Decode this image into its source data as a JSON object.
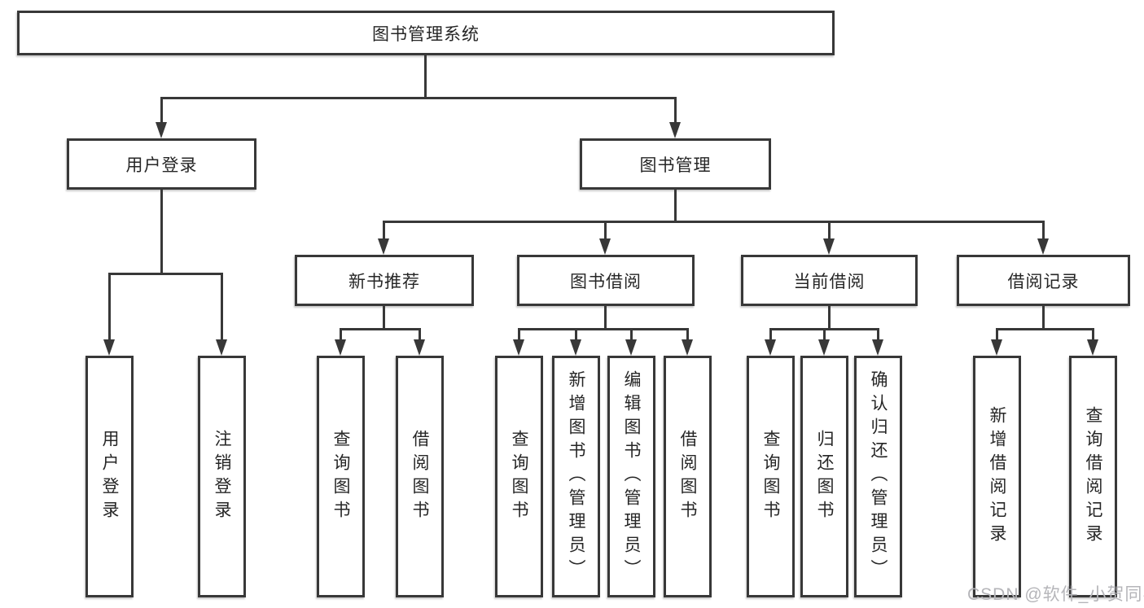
{
  "diagram": {
    "type": "hierarchy-tree",
    "tree": {
      "root": "图书管理系统",
      "children": [
        {
          "label": "用户登录",
          "children": [
            "用户登录",
            "注销登录"
          ]
        },
        {
          "label": "图书管理",
          "children": [
            {
              "label": "新书推荐",
              "children": [
                "查询图书",
                "借阅图书"
              ]
            },
            {
              "label": "图书借阅",
              "children": [
                "查询图书",
                "新增图书（管理员）",
                "编辑图书（管理员）",
                "借阅图书"
              ]
            },
            {
              "label": "当前借阅",
              "children": [
                "查询图书",
                "归还图书",
                "确认归还（管理员）"
              ]
            },
            {
              "label": "借阅记录",
              "children": [
                "新增借阅记录",
                "查询借阅记录"
              ]
            }
          ]
        }
      ]
    },
    "colors": {
      "line": "#383838",
      "box_border": "#383838",
      "box_fill": "#ffffff",
      "text": "#262626"
    }
  },
  "watermark": {
    "text": "CSDN @软件_小贺同学",
    "color": "#b5b5b9"
  }
}
